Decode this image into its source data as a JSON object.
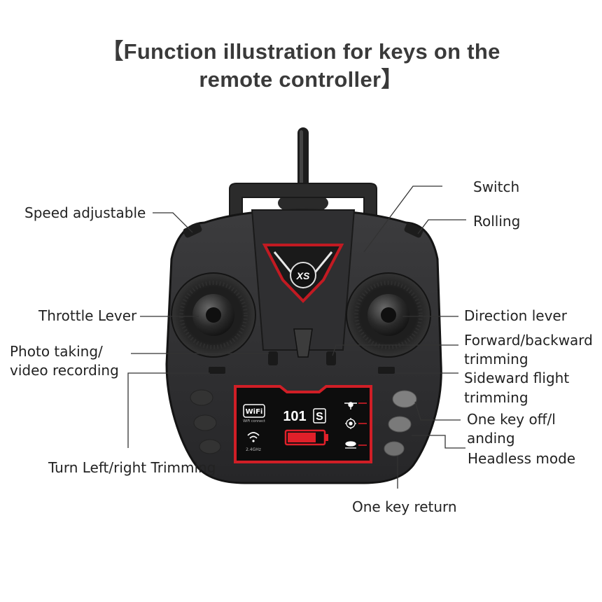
{
  "title": {
    "line1": "【Function illustration for keys on the",
    "line2": "remote controller】"
  },
  "controller": {
    "brand_logo_text": "XS",
    "screen": {
      "model": "101",
      "model_suffix": "S",
      "wifi_badge": "WiFi",
      "wifi_caption": "WiFi connect",
      "frequency": "2.4GHz",
      "battery_level": 0.8,
      "accent_color": "#e0202a",
      "icons": [
        "drone-icon",
        "gear-icon",
        "landing-icon"
      ]
    }
  },
  "labels": {
    "speed_adjustable": "Speed adjustable",
    "throttle_lever": "Throttle Lever",
    "photo_video_line1": "Photo taking/",
    "photo_video_line2": "video recording",
    "turn_trimming": "Turn Left/right Trimming",
    "switch": "Switch",
    "rolling": "Rolling",
    "direction_lever": "Direction lever",
    "forward_backward_line1": "Forward/backward",
    "forward_backward_line2": "trimming",
    "sideward_line1": "Sideward flight",
    "sideward_line2": "trimming",
    "one_key_off_line1": "One key off/l",
    "one_key_off_line2": "anding",
    "headless_mode": "Headless mode",
    "one_key_return": "One key return"
  }
}
